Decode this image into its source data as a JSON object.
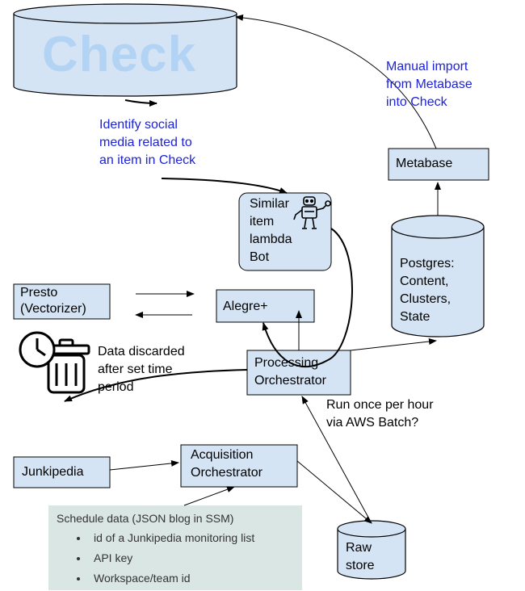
{
  "colors": {
    "box_fill": "#d4e4f4",
    "note_fill": "#d9e6e3",
    "logo_blue": "#b3d3f5",
    "annotation_blue": "#1d23d6",
    "line": "#000000"
  },
  "nodes": {
    "check": {
      "logo": "Check"
    },
    "metabase": {
      "label": "Metabase"
    },
    "similar_bot": {
      "label": "Similar\nitem\nlambda\nBot",
      "icon": "robot-icon"
    },
    "postgres": {
      "label": "Postgres:\nContent,\nClusters,\nState"
    },
    "presto": {
      "label": "Presto\n(Vectorizer)"
    },
    "alegre": {
      "label": "Alegre+"
    },
    "processing": {
      "label": "Processing\nOrchestrator"
    },
    "junkipedia": {
      "label": "Junkipedia"
    },
    "acquisition": {
      "label": "Acquisition\nOrchestrator"
    },
    "raw_store": {
      "label": "Raw\nstore"
    },
    "trash": {
      "icon": "clock-trash-icon"
    }
  },
  "annotations": {
    "manual_import": "Manual import\nfrom Metabase\ninto Check",
    "identify_social": "Identify social\nmedia related to\nan item in Check",
    "data_discarded": "Data discarded\nafter set time\nperiod",
    "run_once": "Run once per hour\nvia AWS Batch?"
  },
  "schedule_note": {
    "title": "Schedule data (JSON blog in SSM)",
    "items": [
      "id of a Junkipedia monitoring list",
      "API key",
      "Workspace/team id"
    ]
  }
}
